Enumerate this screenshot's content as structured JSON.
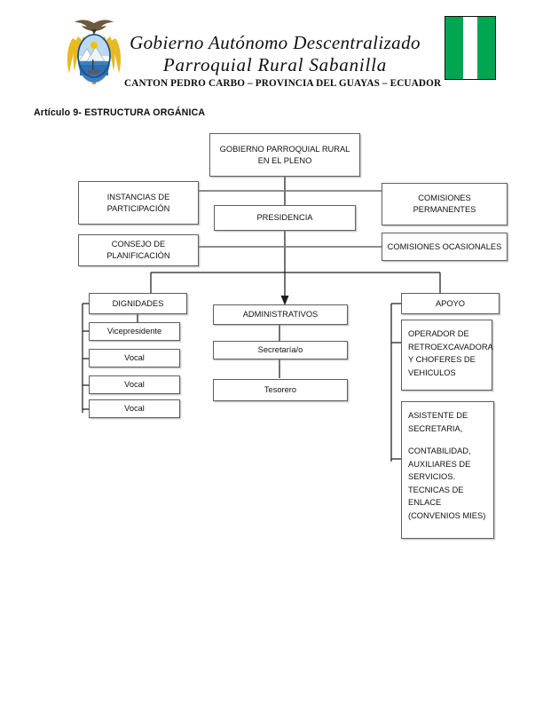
{
  "header": {
    "emblem_name": "ecuador-coat-of-arms",
    "flag_name": "sabanilla-flag",
    "flag_colors": {
      "green": "#00a651",
      "white": "#ffffff"
    },
    "title_line_1": "Gobierno Autónomo Descentralizado",
    "title_line_2": "Parroquial Rural Sabanilla",
    "subtitle": "CANTON PEDRO CARBO – PROVINCIA DEL GUAYAS – ECUADOR"
  },
  "section": {
    "heading": "Artículo 9- ESTRUCTURA ORGÁNICA"
  },
  "chart_data": {
    "type": "diagram",
    "title": "Artículo 9- ESTRUCTURA ORGÁNICA",
    "orientation": "top-down",
    "nodes": {
      "pleno": "GOBIERNO PARROQUIAL RURAL EN EL PLENO",
      "instancias": "INSTANCIAS DE PARTICIPACIÓN",
      "consejo": "CONSEJO DE PLANIFICACIÓN",
      "presidencia": "PRESIDENCIA",
      "comisiones_permanentes": "COMISIONES PERMANENTES",
      "comisiones_ocasionales": "COMISIONES OCASIONALES",
      "dignidades": "DIGNIDADES",
      "vicepresidente": "Vicepresidente",
      "vocal_1": "Vocal",
      "vocal_2": "Vocal",
      "vocal_3": "Vocal",
      "administrativos": "ADMINISTRATIVOS",
      "secretaria": "Secretaría/o",
      "tesorero": "Tesorero",
      "apoyo": "APOYO",
      "operador": "OPERADOR DE RETROEXCAVADORA Y CHOFERES DE VEHICULOS",
      "asistente_line_1": "ASISTENTE DE SECRETARIA,",
      "asistente_line_2": "CONTABILIDAD, AUXILIARES DE SERVICIOS. TECNICAS DE ENLACE (CONVENIOS MIES)"
    },
    "edges": [
      {
        "from": "pleno",
        "to": "presidencia"
      },
      {
        "from": "pleno",
        "to": "instancias"
      },
      {
        "from": "pleno",
        "to": "consejo"
      },
      {
        "from": "pleno",
        "to": "comisiones_permanentes"
      },
      {
        "from": "pleno",
        "to": "comisiones_ocasionales"
      },
      {
        "from": "presidencia",
        "to": "dignidades"
      },
      {
        "from": "presidencia",
        "to": "administrativos"
      },
      {
        "from": "presidencia",
        "to": "apoyo"
      },
      {
        "from": "dignidades",
        "to": "vicepresidente"
      },
      {
        "from": "dignidades",
        "to": "vocal_1"
      },
      {
        "from": "dignidades",
        "to": "vocal_2"
      },
      {
        "from": "dignidades",
        "to": "vocal_3"
      },
      {
        "from": "administrativos",
        "to": "secretaria"
      },
      {
        "from": "secretaria",
        "to": "tesorero"
      },
      {
        "from": "apoyo",
        "to": "operador"
      },
      {
        "from": "apoyo",
        "to": "asistente_line_1"
      }
    ]
  }
}
